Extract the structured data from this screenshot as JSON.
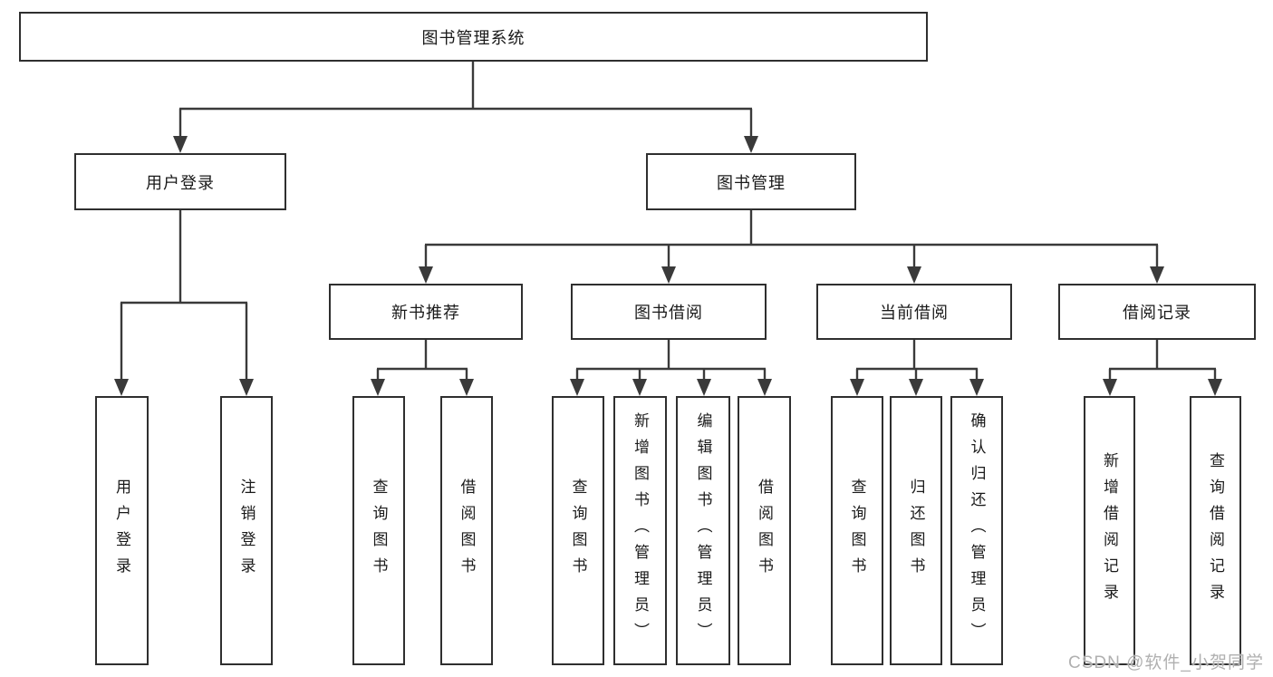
{
  "diagram_type": "hierarchy-chart",
  "colors": {
    "line": "#3a3a3a",
    "box_border": "#2f2f2f",
    "text": "#1a1a1a",
    "watermark": "#b0b0b0",
    "background": "#ffffff"
  },
  "tree": {
    "root": {
      "label": "图书管理系统",
      "children": [
        {
          "label": "用户登录",
          "children": [
            {
              "label": "用户登录"
            },
            {
              "label": "注销登录"
            }
          ]
        },
        {
          "label": "图书管理",
          "children": [
            {
              "label": "新书推荐",
              "children": [
                {
                  "label": "查询图书"
                },
                {
                  "label": "借阅图书"
                }
              ]
            },
            {
              "label": "图书借阅",
              "children": [
                {
                  "label": "查询图书"
                },
                {
                  "label": "新增图书（管理员）"
                },
                {
                  "label": "编辑图书（管理员）"
                },
                {
                  "label": "借阅图书"
                }
              ]
            },
            {
              "label": "当前借阅",
              "children": [
                {
                  "label": "查询图书"
                },
                {
                  "label": "归还图书"
                },
                {
                  "label": "确认归还（管理员）"
                }
              ]
            },
            {
              "label": "借阅记录",
              "children": [
                {
                  "label": "新增借阅记录"
                },
                {
                  "label": "查询借阅记录"
                }
              ]
            }
          ]
        }
      ]
    }
  },
  "watermark": {
    "text": "CSDN @软件_小贺同学"
  }
}
